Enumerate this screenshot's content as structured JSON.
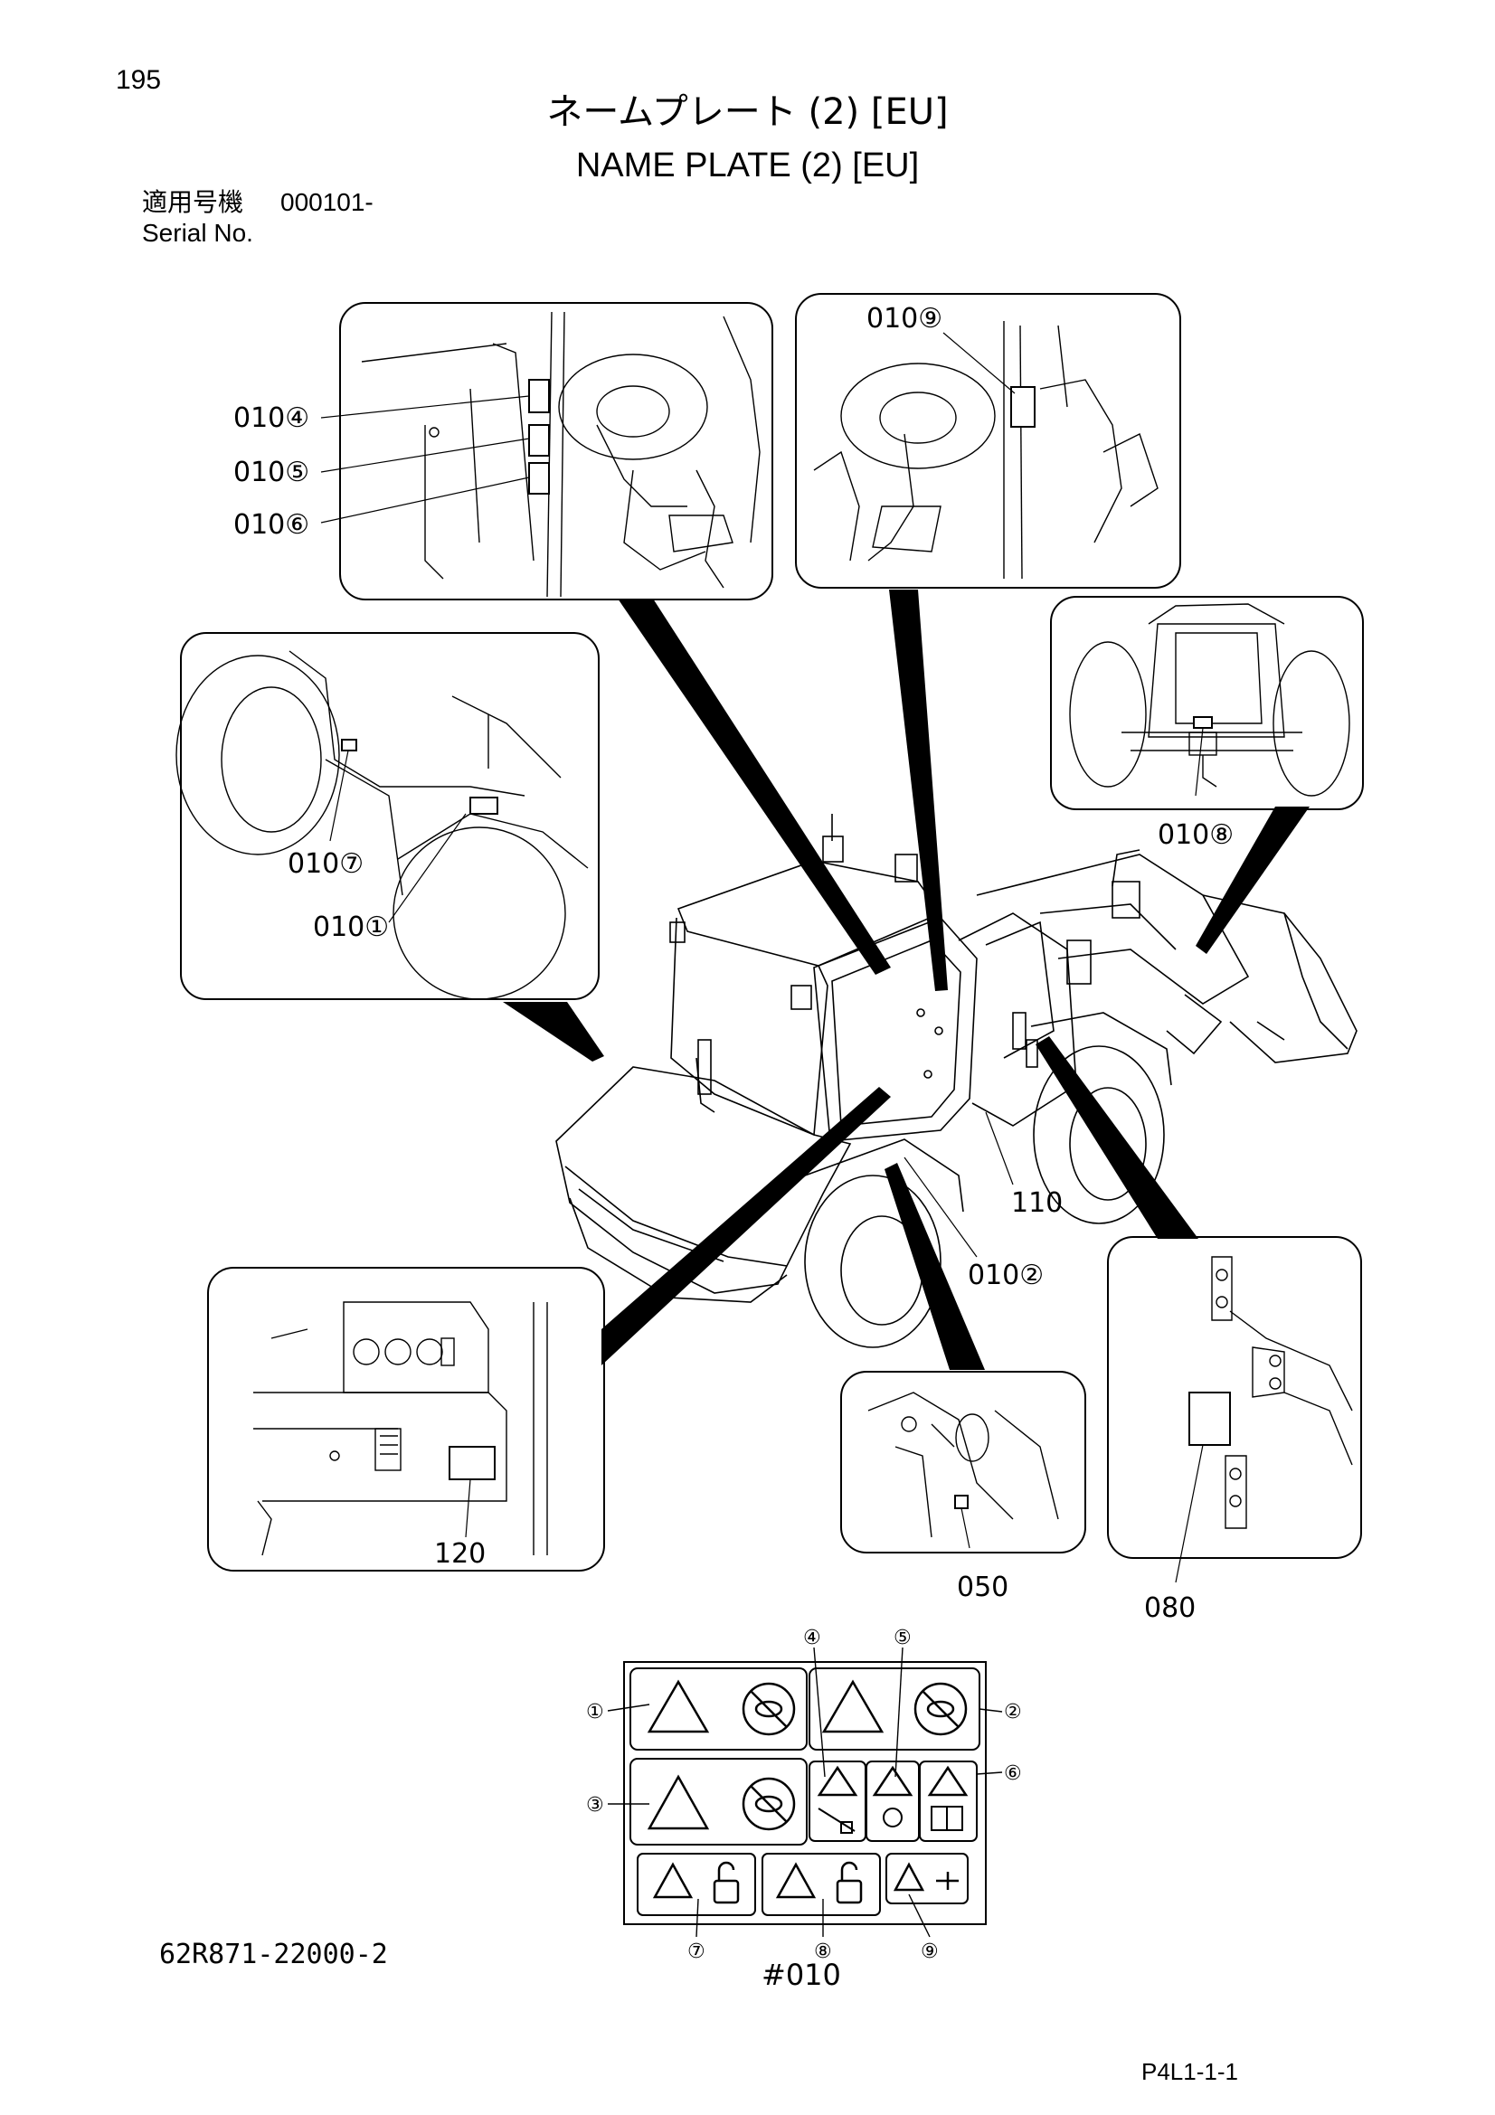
{
  "header": {
    "page_number": "195",
    "title_jp": "ネームプレート (2) [EU]",
    "title_en": "NAME PLATE (2) [EU]",
    "serial_label_jp": "適用号機",
    "serial_value": "000101-",
    "serial_label_en": "Serial No."
  },
  "callouts": {
    "c0104": "010④",
    "c0105": "010⑤",
    "c0106": "010⑥",
    "c0109": "010⑨",
    "c0107": "010⑦",
    "c0101": "010①",
    "c0108": "010⑧",
    "c110": "110",
    "c0102": "010②",
    "c120": "120",
    "c050": "050",
    "c080": "080"
  },
  "label_sheet": {
    "part_ref": "#010",
    "markers": [
      "①",
      "②",
      "③",
      "④",
      "⑤",
      "⑥",
      "⑦",
      "⑧",
      "⑨"
    ]
  },
  "footer": {
    "document_code": "62R871-22000-2",
    "page_code": "P4L1-1-1"
  }
}
